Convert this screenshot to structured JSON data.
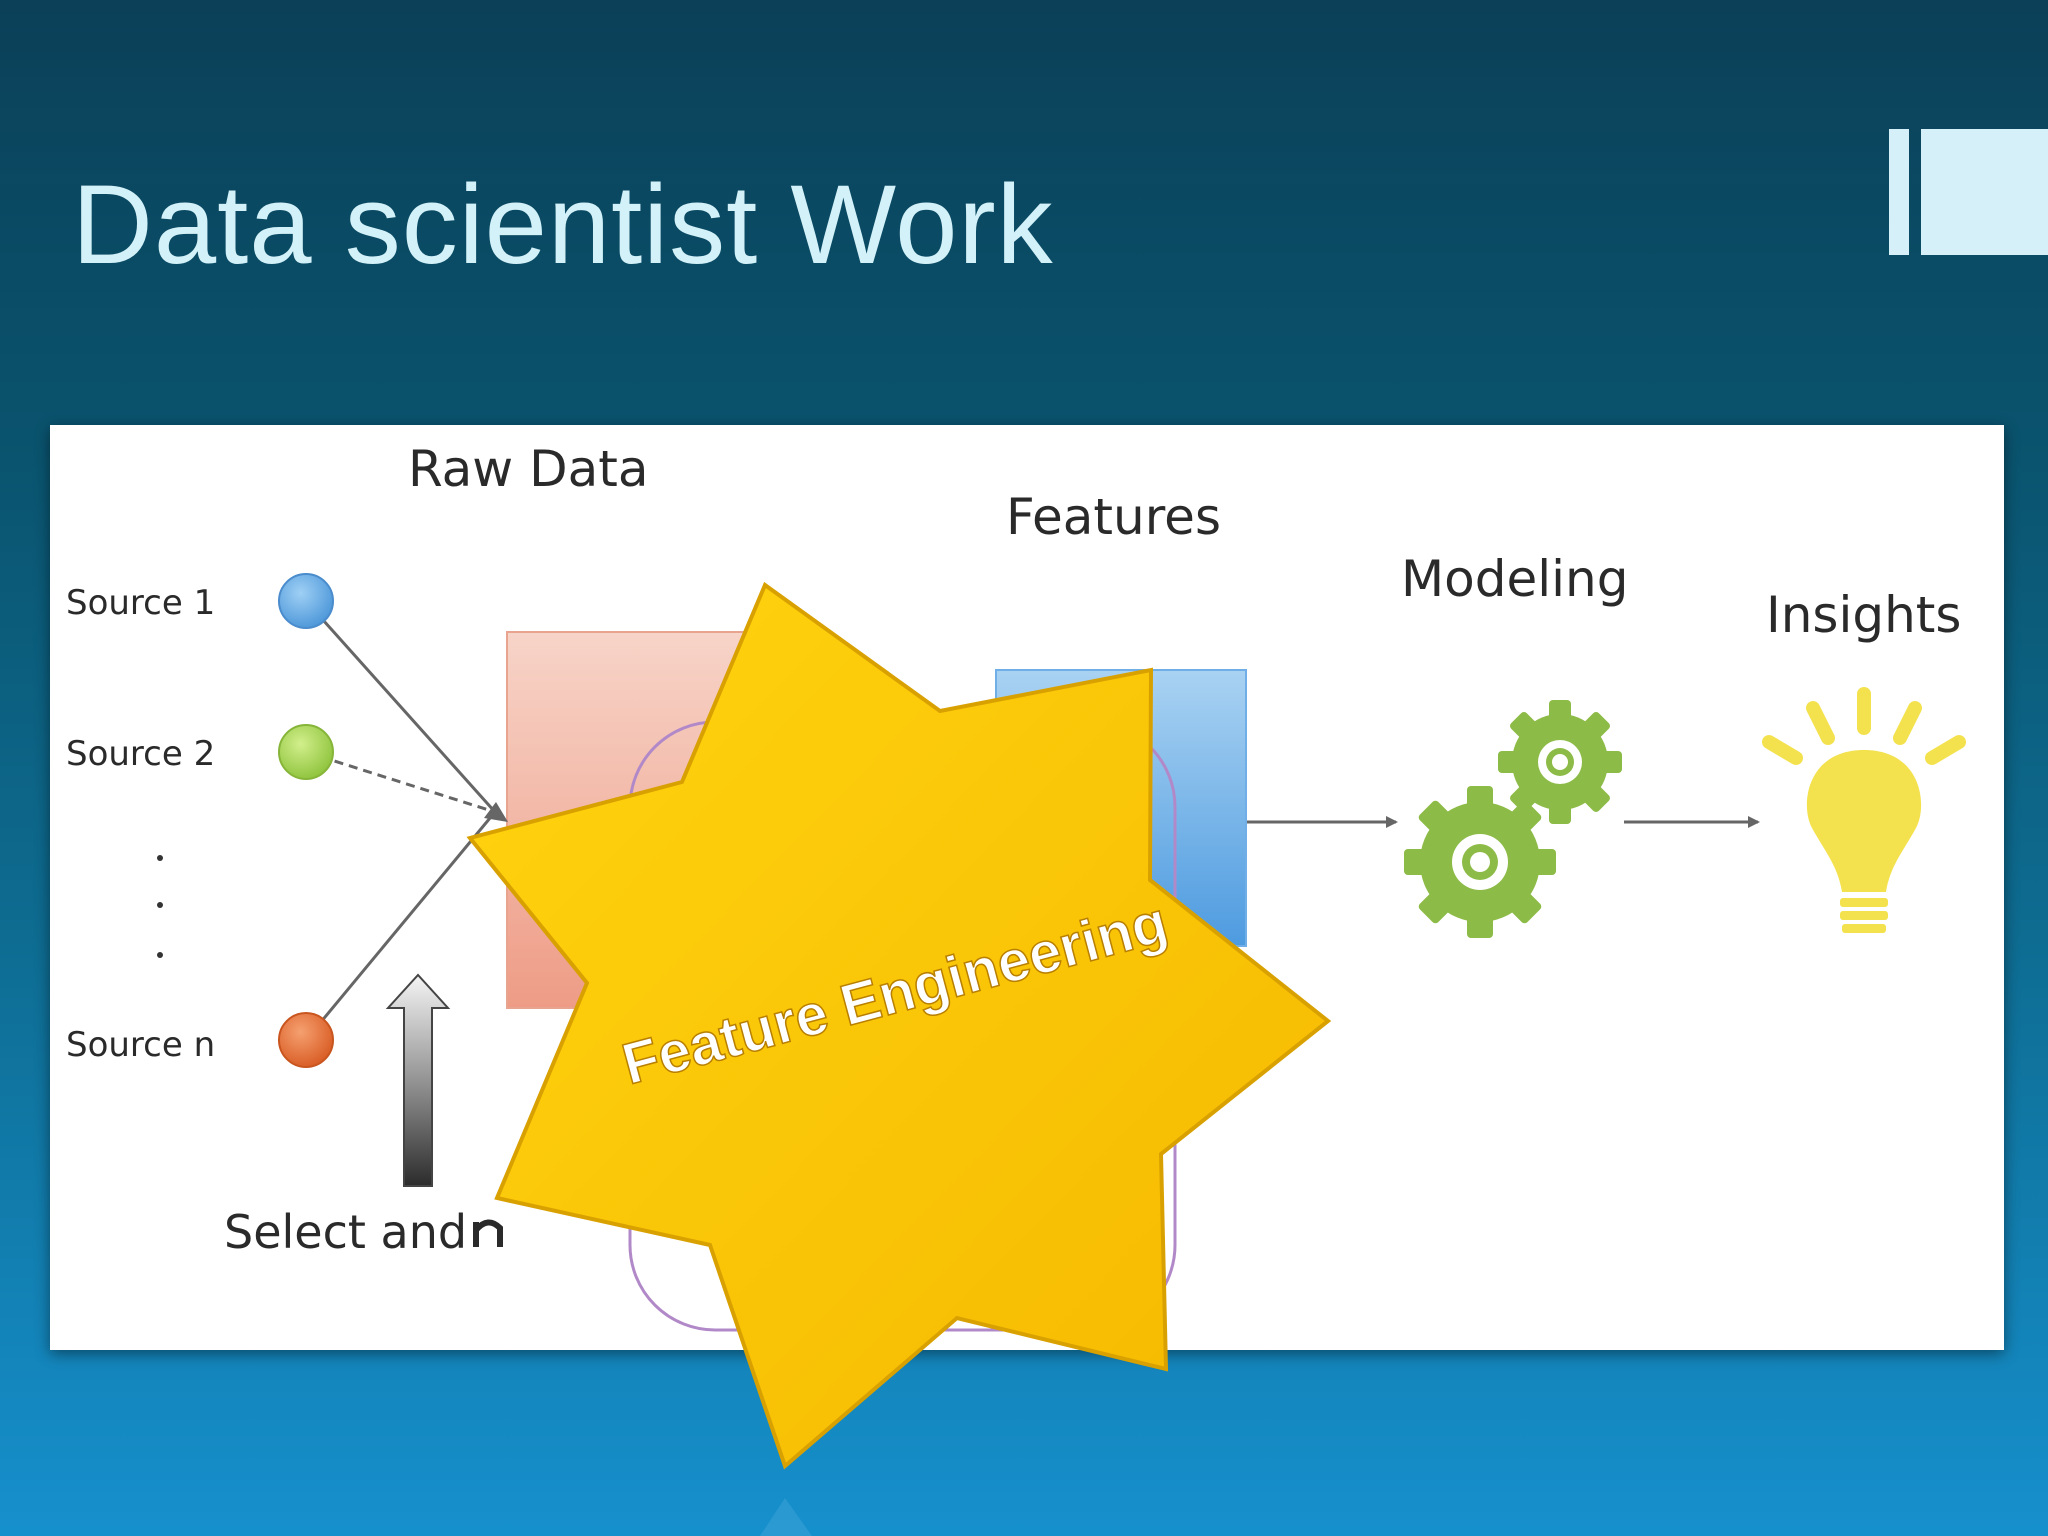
{
  "slide": {
    "title": "Data scientist Work"
  },
  "diagram": {
    "raw_data_label": "Raw Data",
    "features_label": "Features",
    "modeling_label": "Modeling",
    "insights_label": "Insights",
    "sources": [
      "Source 1",
      "Source 2",
      "Source n"
    ],
    "select_merge_label": "Select and",
    "star_label": "Feature Engineering"
  },
  "colors": {
    "source_1": "#5aa8e0",
    "source_2": "#9ccc4a",
    "source_n": "#e4713a",
    "star_fill": "#fcc700",
    "gear": "#8dbb47",
    "bulb": "#f3e24e"
  }
}
